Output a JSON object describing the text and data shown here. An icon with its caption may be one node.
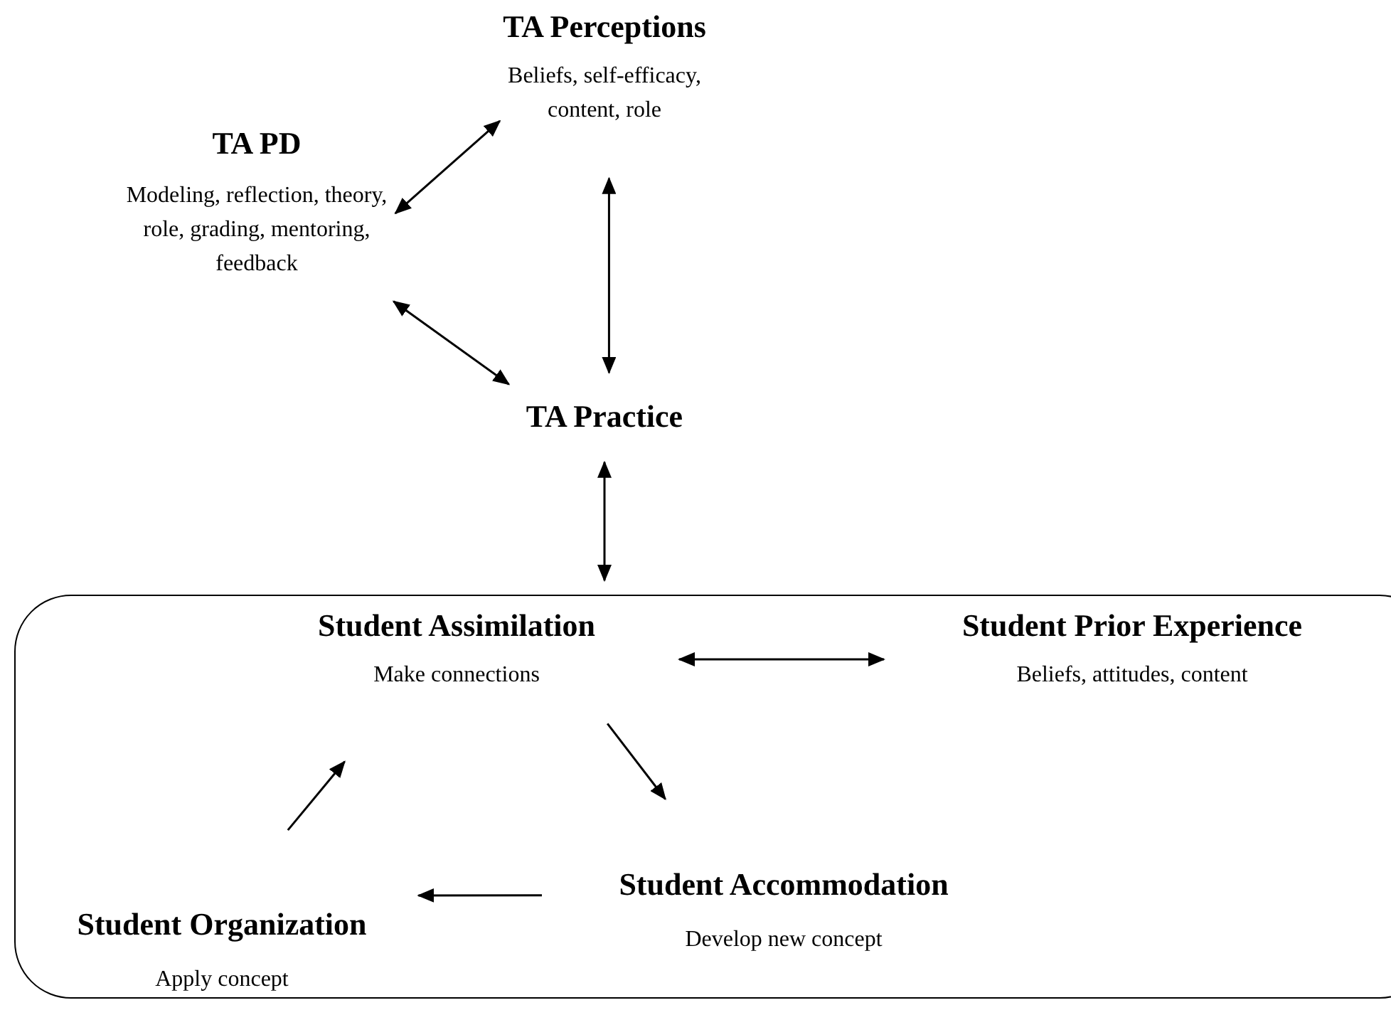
{
  "diagram": {
    "nodes": [
      {
        "text": [
          "TA Perceptions",
          "Beliefs, self-efficacy, content, role"
        ]
      },
      {
        "text": [
          "TA PD",
          "Modeling, reflection, theory, role, grading, mentoring, feedback"
        ]
      },
      {
        "text": [
          "TA Practice"
        ]
      },
      {
        "text": [],
        "shape": "box"
      },
      {
        "text": [
          "Student Assimilation",
          "Make connections"
        ],
        "in": 3
      },
      {
        "text": [
          "Student Prior Experience",
          "Beliefs, attitudes, content"
        ],
        "in": 3
      },
      {
        "text": [
          "Student Organization",
          "Apply concept"
        ],
        "in": 3
      },
      {
        "text": [
          "Student Accommodation",
          "Develop new concept"
        ],
        "in": 3
      }
    ],
    "edges": [
      {
        "from": 1,
        "to": 0,
        "arrow": "both"
      },
      {
        "from": 1,
        "to": 2,
        "arrow": "both"
      },
      {
        "from": 0,
        "to": 2,
        "arrow": "both"
      },
      {
        "from": 2,
        "to": 3,
        "arrow": "both"
      },
      {
        "from": 4,
        "to": 5,
        "arrow": "both"
      },
      {
        "from": 4,
        "to": 7,
        "arrow": "to"
      },
      {
        "from": 7,
        "to": 6,
        "arrow": "to"
      },
      {
        "from": 6,
        "to": 4,
        "arrow": "to"
      }
    ]
  }
}
